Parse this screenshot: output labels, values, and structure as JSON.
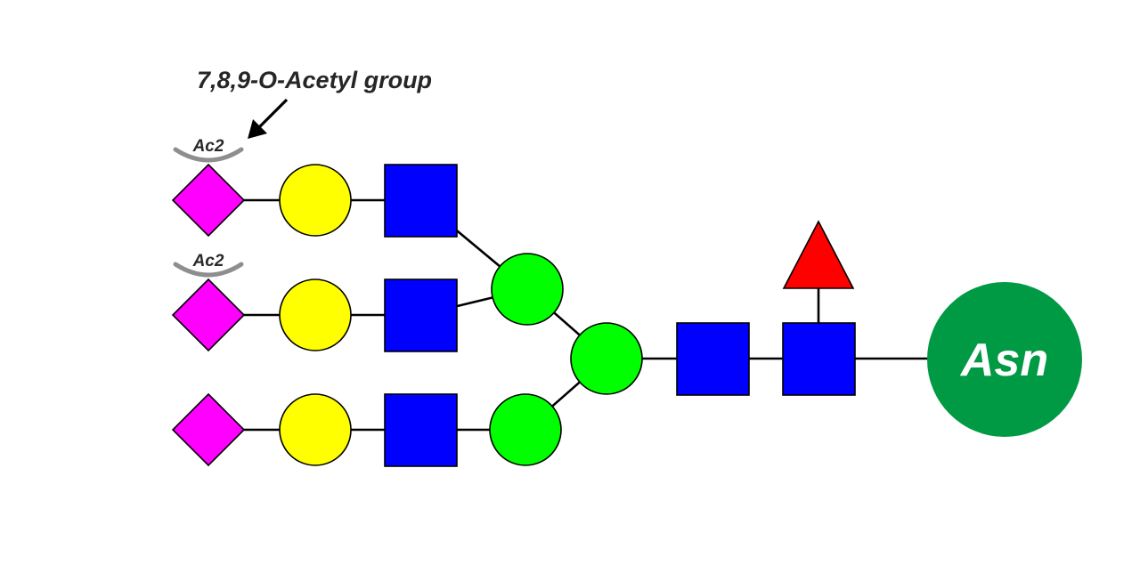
{
  "annotation": {
    "label": "7,8,9-O-Acetyl group"
  },
  "acetyl_badges": [
    {
      "label": "Ac2"
    },
    {
      "label": "Ac2"
    }
  ],
  "asn": {
    "label": "Asn"
  },
  "colors": {
    "sialic_acid": "#ff00ff",
    "galactose": "#ffff00",
    "glcnac": "#0000ff",
    "mannose": "#00ff00",
    "fucose": "#ff0000",
    "asn": "#009a44"
  },
  "glycan": {
    "branches": [
      {
        "terminal": "sialic-acid",
        "acetylated": true
      },
      {
        "terminal": "sialic-acid",
        "acetylated": true
      },
      {
        "terminal": "sialic-acid",
        "acetylated": false
      }
    ],
    "core": [
      "mannose",
      "glcnac",
      "glcnac"
    ],
    "core_modification": "fucose",
    "attachment": "asn"
  }
}
